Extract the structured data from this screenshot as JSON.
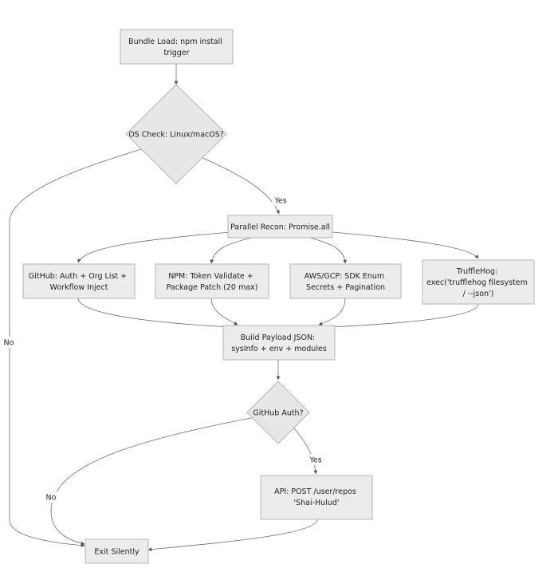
{
  "nodes": {
    "bundle_load": {
      "lines": [
        "Bundle Load: npm install",
        "trigger"
      ]
    },
    "os_check": {
      "lines": [
        "OS Check: Linux/macOS?"
      ]
    },
    "parallel_recon": {
      "lines": [
        "Parallel Recon: Promise.all"
      ]
    },
    "github_recon": {
      "lines": [
        "GitHub: Auth + Org List +",
        "Workflow Inject"
      ]
    },
    "npm_recon": {
      "lines": [
        "NPM: Token Validate +",
        "Package Patch (20 max)"
      ]
    },
    "cloud_recon": {
      "lines": [
        "AWS/GCP: SDK Enum",
        "Secrets + Pagination"
      ]
    },
    "trufflehog": {
      "lines": [
        "TruffleHog:",
        "exec('trufflehog filesystem",
        "/ --json')"
      ]
    },
    "build_payload": {
      "lines": [
        "Build Payload JSON:",
        "sysInfo + env + modules"
      ]
    },
    "github_auth": {
      "lines": [
        "GitHub Auth?"
      ]
    },
    "api_post": {
      "lines": [
        "API: POST /user/repos",
        "'Shai-Hulud'"
      ]
    },
    "exit_silently": {
      "lines": [
        "Exit Silently"
      ]
    }
  },
  "edge_labels": {
    "os_yes": "Yes",
    "os_no": "No",
    "auth_yes": "Yes",
    "auth_no": "No"
  }
}
